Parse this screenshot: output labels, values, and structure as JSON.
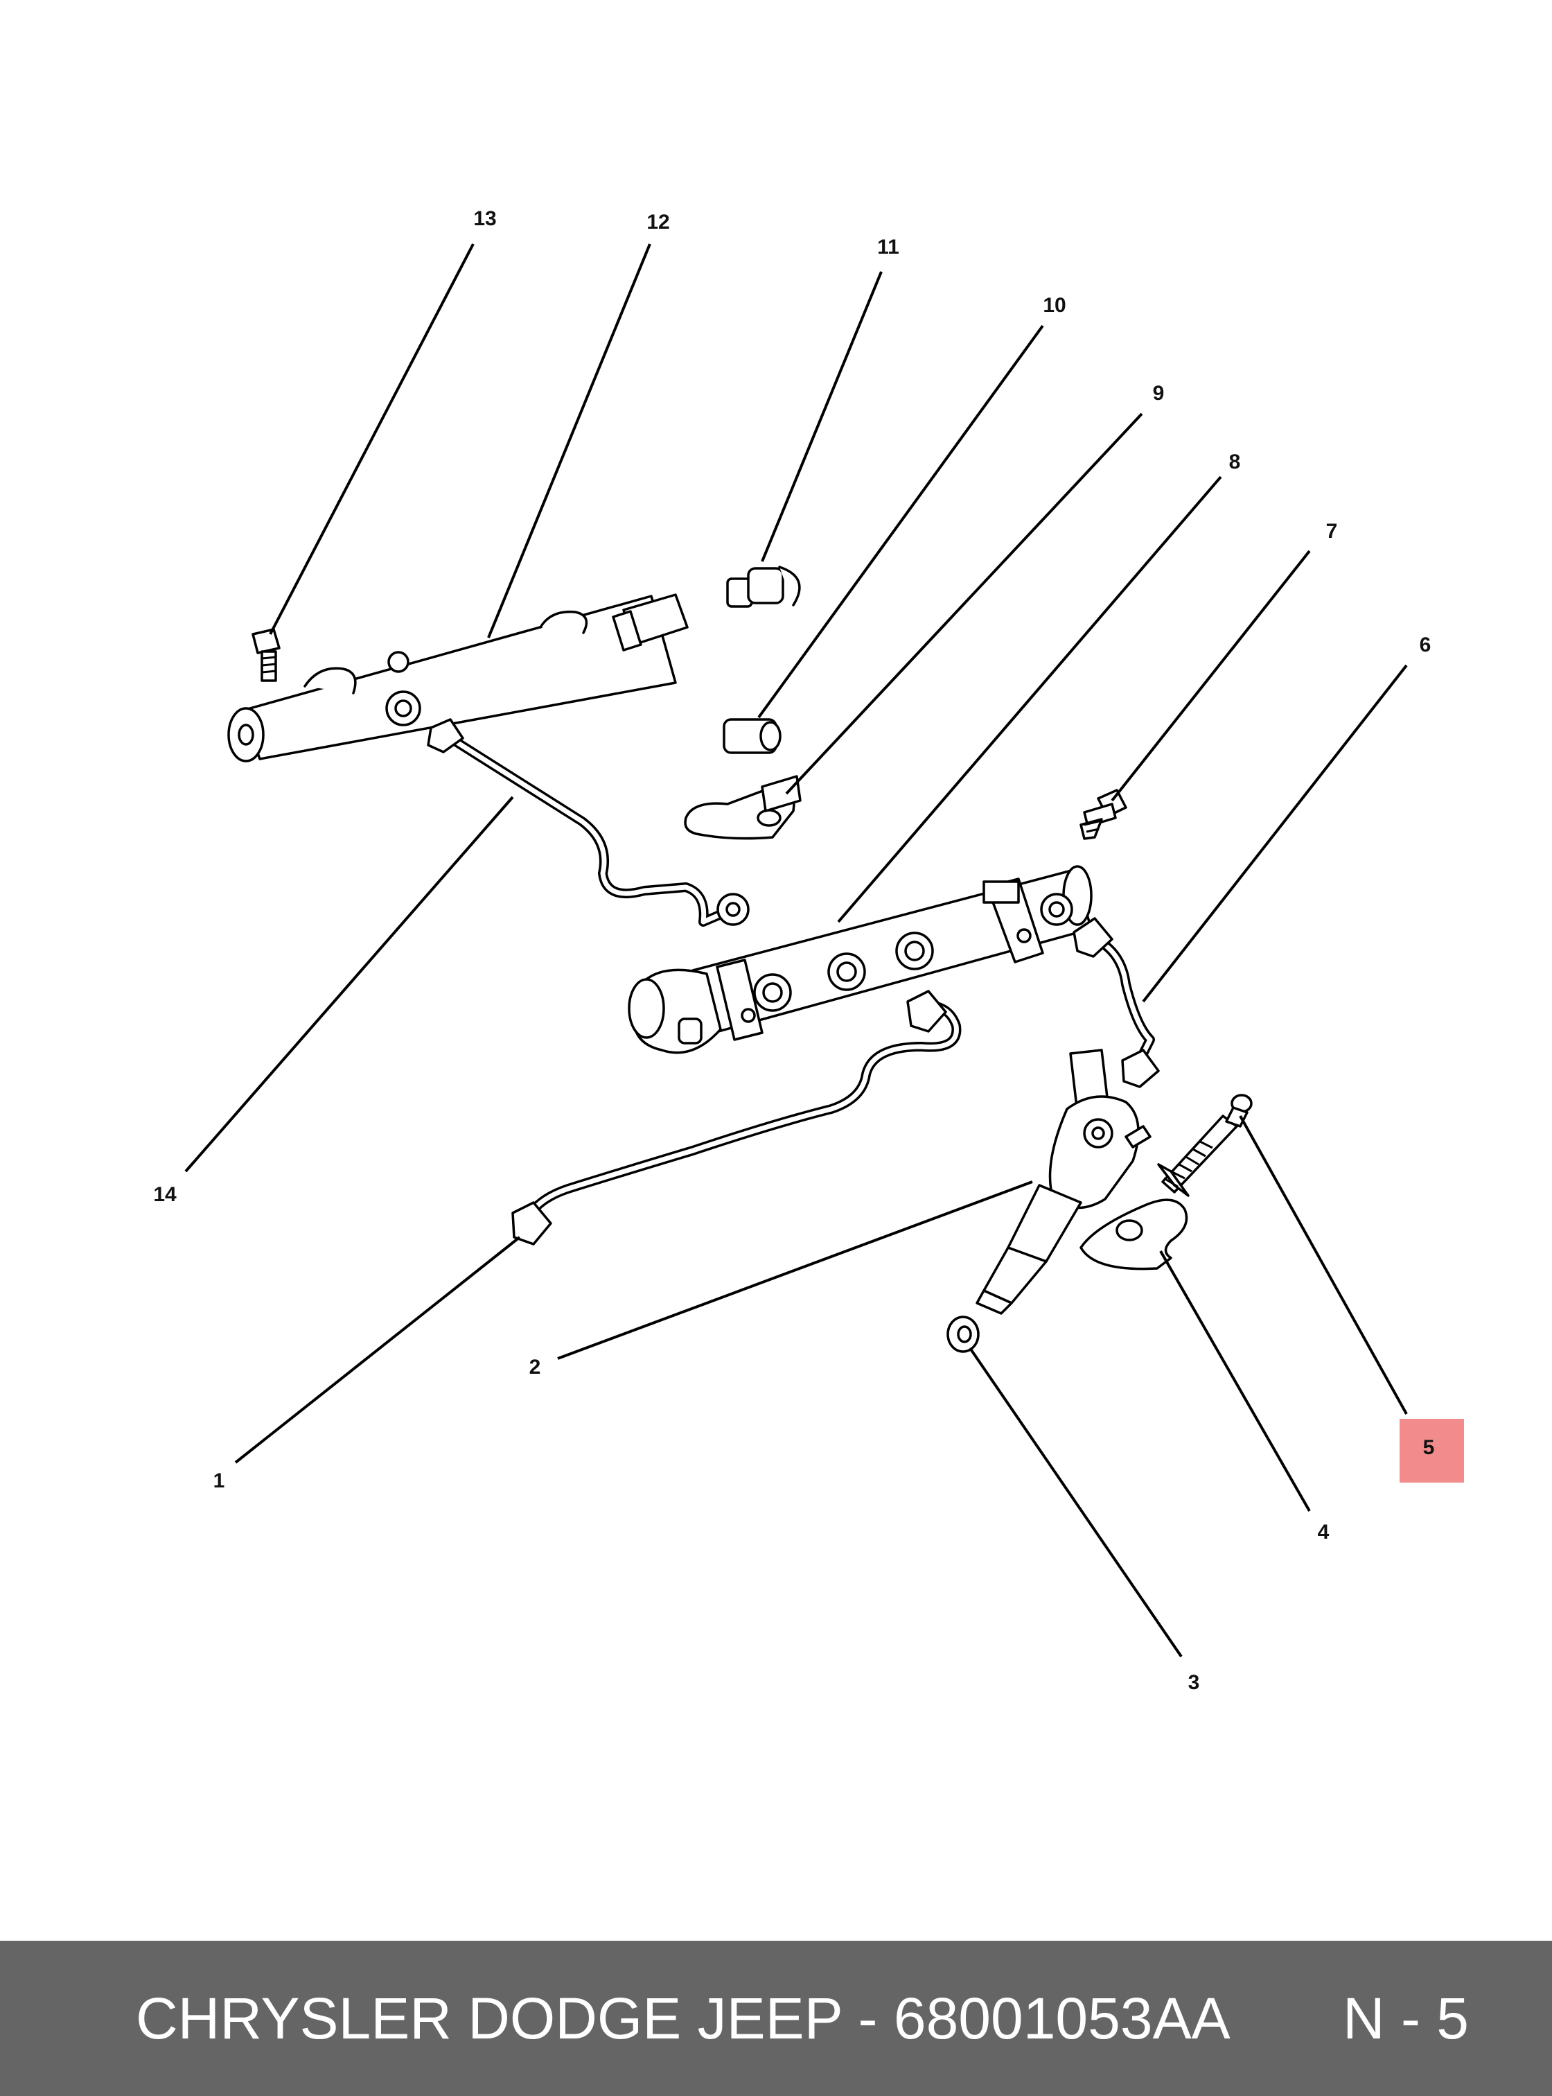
{
  "callouts": [
    {
      "id": "1",
      "label": "1"
    },
    {
      "id": "2",
      "label": "2"
    },
    {
      "id": "3",
      "label": "3"
    },
    {
      "id": "4",
      "label": "4"
    },
    {
      "id": "5",
      "label": "5",
      "highlighted": true
    },
    {
      "id": "6",
      "label": "6"
    },
    {
      "id": "7",
      "label": "7"
    },
    {
      "id": "8",
      "label": "8"
    },
    {
      "id": "9",
      "label": "9"
    },
    {
      "id": "10",
      "label": "10"
    },
    {
      "id": "11",
      "label": "11"
    },
    {
      "id": "12",
      "label": "12"
    },
    {
      "id": "13",
      "label": "13"
    },
    {
      "id": "14",
      "label": "14"
    }
  ],
  "highlight_color": "#f28b8b",
  "footer": {
    "part_text": "CHRYSLER DODGE JEEP - 68001053AA",
    "item_text": "N - 5"
  }
}
